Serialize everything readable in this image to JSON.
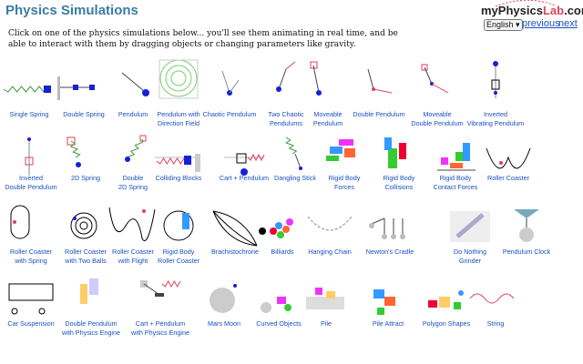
{
  "header": {
    "title": "Physics Simulations",
    "logo_main": "my",
    "logo_mid": "Physics",
    "logo_lab": "Lab",
    "logo_tld": ".com"
  },
  "lang": {
    "selected": "English"
  },
  "nav": {
    "previous": "previous",
    "next": "next"
  },
  "intro": "Click on one of the physics simulations below... you'll see them animating in real time, and be able to interact with them by dragging objects or changing parameters like gravity.",
  "sims": [
    {
      "l1": "Single Spring",
      "l2": ""
    },
    {
      "l1": "Double Spring",
      "l2": ""
    },
    {
      "l1": "Pendulum",
      "l2": ""
    },
    {
      "l1": "Pendulum with",
      "l2": "Direction Field"
    },
    {
      "l1": "Chaotic Pendulum",
      "l2": ""
    },
    {
      "l1": "Two Chaotic",
      "l2": "Pendulums"
    },
    {
      "l1": "Moveable",
      "l2": "Pendulum"
    },
    {
      "l1": "Double Pendulum",
      "l2": ""
    },
    {
      "l1": "Moveable",
      "l2": "Double Pendulum"
    },
    {
      "l1": "Inverted",
      "l2": "Vibrating Pendulum"
    },
    {
      "l1": "Inverted",
      "l2": "Double Pendulum"
    },
    {
      "l1": "2D Spring",
      "l2": ""
    },
    {
      "l1": "Double",
      "l2": "2D Spring"
    },
    {
      "l1": "Colliding Blocks",
      "l2": ""
    },
    {
      "l1": "Cart + Pendulum",
      "l2": ""
    },
    {
      "l1": "Dangling Stick",
      "l2": ""
    },
    {
      "l1": "Rigid Body",
      "l2": "Forces"
    },
    {
      "l1": "Rigid Body",
      "l2": "Collisions"
    },
    {
      "l1": "Rigid Body",
      "l2": "Contact Forces"
    },
    {
      "l1": "Roller Coaster",
      "l2": ""
    },
    {
      "l1": "Roller Coaster",
      "l2": "with Spring"
    },
    {
      "l1": "Roller Coaster",
      "l2": "with Two Balls"
    },
    {
      "l1": "Roller Coaster",
      "l2": "with Flight"
    },
    {
      "l1": "Rigid Body",
      "l2": "Roller Coaster"
    },
    {
      "l1": "Brachistochrone",
      "l2": ""
    },
    {
      "l1": "Billiards",
      "l2": ""
    },
    {
      "l1": "Hanging Chain",
      "l2": ""
    },
    {
      "l1": "Newton's Cradle",
      "l2": ""
    },
    {
      "l1": "Do Nothing",
      "l2": "Grinder"
    },
    {
      "l1": "Pendulum Clock",
      "l2": ""
    },
    {
      "l1": "Car Suspension",
      "l2": ""
    },
    {
      "l1": "Double Pendulum",
      "l2": "with Physics Engine"
    },
    {
      "l1": "Cart + Pendulum",
      "l2": "with Physics Engine"
    },
    {
      "l1": "Mars Moon",
      "l2": ""
    },
    {
      "l1": "Curved Objects",
      "l2": ""
    },
    {
      "l1": "Pile",
      "l2": ""
    },
    {
      "l1": "Pile Attract",
      "l2": ""
    },
    {
      "l1": "Polygon Shapes",
      "l2": ""
    },
    {
      "l1": "String",
      "l2": ""
    }
  ]
}
